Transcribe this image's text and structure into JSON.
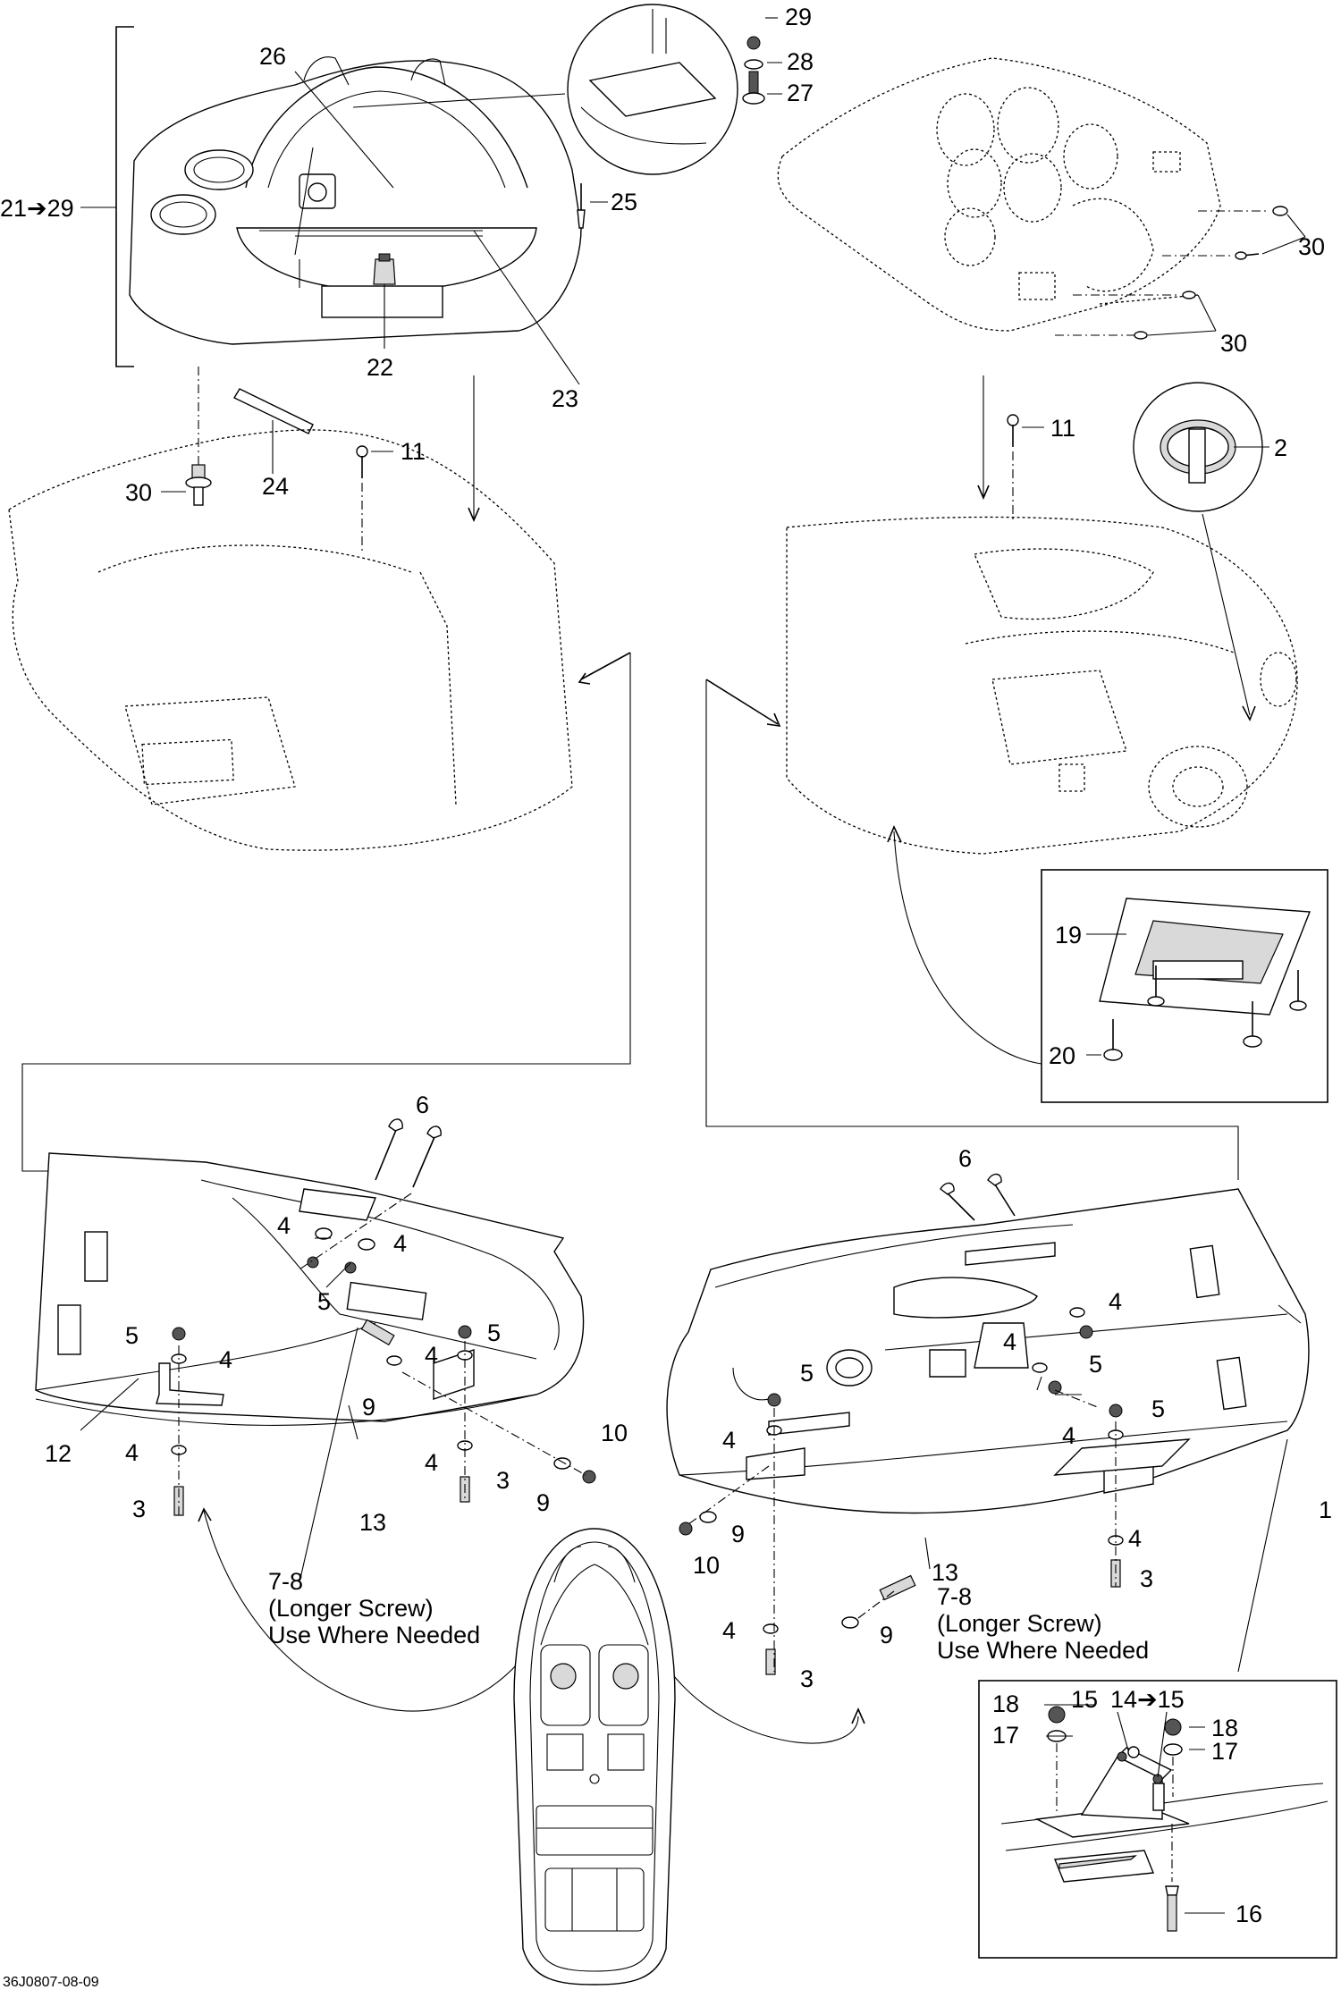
{
  "diagram": {
    "reference_code": "36J0807-08-09",
    "callouts": [
      {
        "id": "c-21-29",
        "label": "21➔29"
      },
      {
        "id": "c-26",
        "label": "26"
      },
      {
        "id": "c-29a",
        "label": "29"
      },
      {
        "id": "c-28",
        "label": "28"
      },
      {
        "id": "c-27",
        "label": "27"
      },
      {
        "id": "c-25",
        "label": "25"
      },
      {
        "id": "c-22",
        "label": "22"
      },
      {
        "id": "c-23",
        "label": "23"
      },
      {
        "id": "c-24",
        "label": "24"
      },
      {
        "id": "c-30a",
        "label": "30"
      },
      {
        "id": "c-11a",
        "label": "11"
      },
      {
        "id": "c-30b",
        "label": "30"
      },
      {
        "id": "c-30c",
        "label": "30"
      },
      {
        "id": "c-11b",
        "label": "11"
      },
      {
        "id": "c-2",
        "label": "2"
      },
      {
        "id": "c-19",
        "label": "19"
      },
      {
        "id": "c-20",
        "label": "20"
      },
      {
        "id": "c-6a",
        "label": "6"
      },
      {
        "id": "c-4a",
        "label": "4"
      },
      {
        "id": "c-4b",
        "label": "4"
      },
      {
        "id": "c-5a",
        "label": "5"
      },
      {
        "id": "c-5b",
        "label": "5"
      },
      {
        "id": "c-5c",
        "label": "5"
      },
      {
        "id": "c-4c",
        "label": "4"
      },
      {
        "id": "c-4d",
        "label": "4"
      },
      {
        "id": "c-9a",
        "label": "9"
      },
      {
        "id": "c-12",
        "label": "12"
      },
      {
        "id": "c-4e",
        "label": "4"
      },
      {
        "id": "c-3a",
        "label": "3"
      },
      {
        "id": "c-13a",
        "label": "13"
      },
      {
        "id": "c-4f",
        "label": "4"
      },
      {
        "id": "c-3b",
        "label": "3"
      },
      {
        "id": "c-10a",
        "label": "10"
      },
      {
        "id": "c-9b",
        "label": "9"
      },
      {
        "id": "c-6b",
        "label": "6"
      },
      {
        "id": "c-4g",
        "label": "4"
      },
      {
        "id": "c-4h",
        "label": "4"
      },
      {
        "id": "c-5d",
        "label": "5"
      },
      {
        "id": "c-5e",
        "label": "5"
      },
      {
        "id": "c-5f",
        "label": "5"
      },
      {
        "id": "c-4i",
        "label": "4"
      },
      {
        "id": "c-4j",
        "label": "4"
      },
      {
        "id": "c-1",
        "label": "1"
      },
      {
        "id": "c-9c",
        "label": "9"
      },
      {
        "id": "c-10b",
        "label": "10"
      },
      {
        "id": "c-13b",
        "label": "13"
      },
      {
        "id": "c-4k",
        "label": "4"
      },
      {
        "id": "c-3c",
        "label": "3"
      },
      {
        "id": "c-78b",
        "label": "7-8"
      },
      {
        "id": "c-9d",
        "label": "9"
      },
      {
        "id": "c-4l",
        "label": "4"
      },
      {
        "id": "c-3d",
        "label": "3"
      },
      {
        "id": "c-18a",
        "label": "18"
      },
      {
        "id": "c-15",
        "label": "15"
      },
      {
        "id": "c-14-15",
        "label": "14➔15"
      },
      {
        "id": "c-18b",
        "label": "18"
      },
      {
        "id": "c-17a",
        "label": "17"
      },
      {
        "id": "c-17b",
        "label": "17"
      },
      {
        "id": "c-16",
        "label": "16"
      }
    ],
    "notes": {
      "left": {
        "part": "7-8",
        "line1": "(Longer Screw)",
        "line2": "Use Where Needed"
      },
      "right": {
        "line1": "(Longer Screw)",
        "line2": "Use Where Needed"
      }
    }
  }
}
